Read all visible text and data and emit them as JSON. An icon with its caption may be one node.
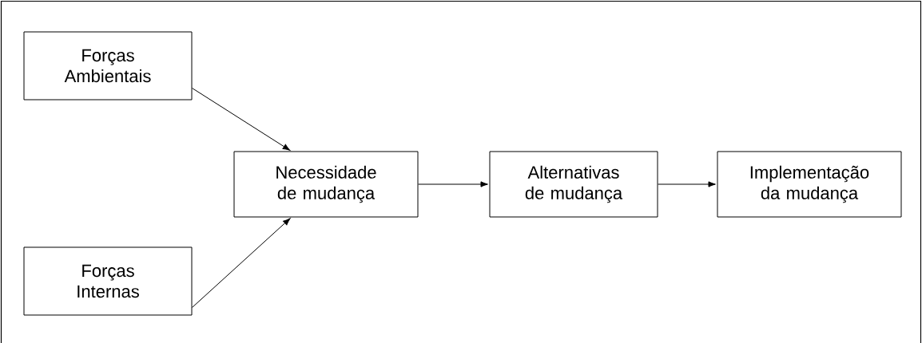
{
  "diagram": {
    "nodes": [
      {
        "text": [
          "Forças Ambientais"
        ]
      },
      {
        "text": [
          "Forças Internas"
        ]
      },
      {
        "text": [
          "Necessidade de mudança"
        ]
      },
      {
        "text": [
          "Alternativas de mudança"
        ]
      },
      {
        "text": [
          "Implementação da mudança"
        ]
      }
    ],
    "edges": [
      {
        "from": 0,
        "to": 2,
        "arrow": "to"
      },
      {
        "from": 1,
        "to": 2,
        "arrow": "to"
      },
      {
        "from": 2,
        "to": 3,
        "arrow": "to"
      },
      {
        "from": 3,
        "to": 4,
        "arrow": "to"
      }
    ]
  }
}
